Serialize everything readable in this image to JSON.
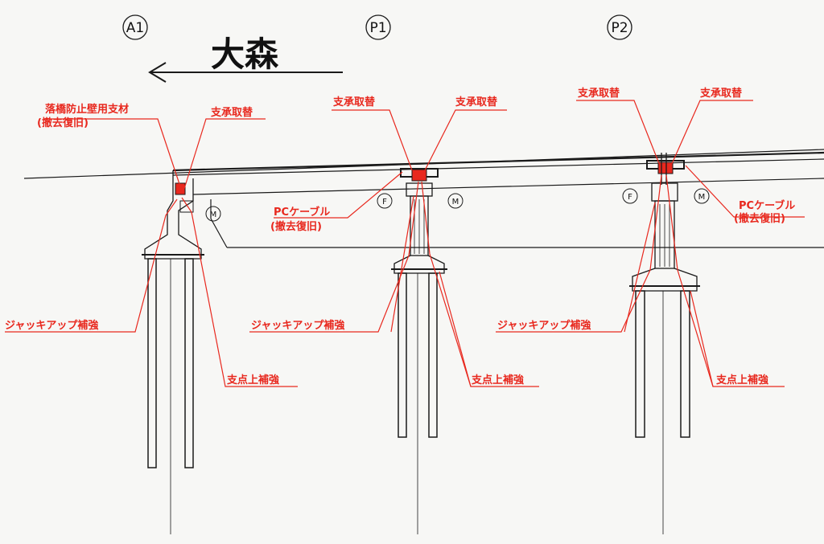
{
  "title": "大森",
  "supports": [
    {
      "id": "A1"
    },
    {
      "id": "P1"
    },
    {
      "id": "P2"
    }
  ],
  "marks": {
    "fixed": "F",
    "movable": "M"
  },
  "labels": {
    "fall_prevention": "落橋防止壁用支材",
    "restore": "(撤去復旧)",
    "bearing_replace": "支承取替",
    "pc_cable": "PCケーブル",
    "jack_up": "ジャッキアップ補強",
    "fulcrum": "支点上補強"
  },
  "colors": {
    "annotation": "#e8281e",
    "line": "#1a1a1a"
  }
}
